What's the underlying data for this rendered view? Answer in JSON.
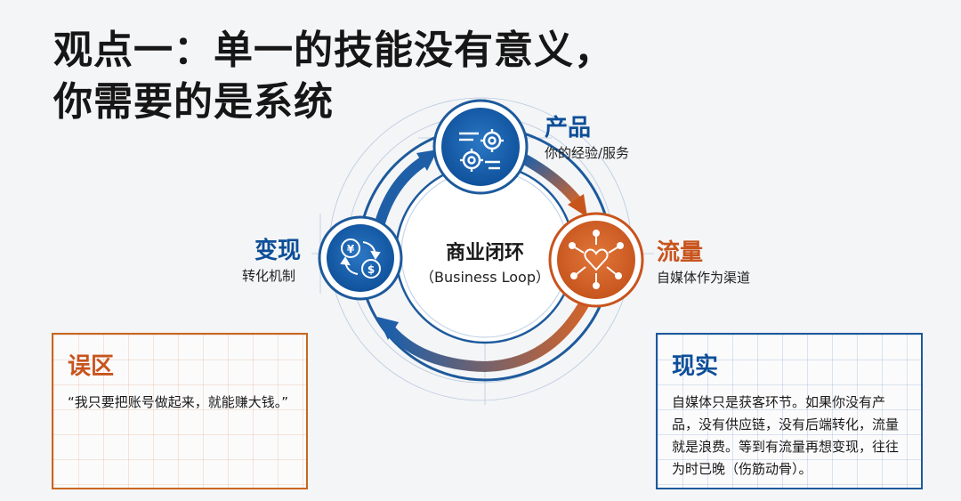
{
  "title": {
    "line1": "观点一：单一的技能没有意义，",
    "line2": "你需要的是系统"
  },
  "center": {
    "title": "商业闭环",
    "subtitle": "（Business Loop）"
  },
  "nodes": {
    "product": {
      "title": "产品",
      "subtitle": "你的经验/服务",
      "icon": "gears-icon",
      "color": "#0d4e98"
    },
    "traffic": {
      "title": "流量",
      "subtitle": "自媒体作为渠道",
      "icon": "network-heart-icon",
      "color": "#c8541d"
    },
    "monetize": {
      "title": "变现",
      "subtitle": "转化机制",
      "icon": "currency-exchange-icon",
      "color": "#0d4e98"
    }
  },
  "myth": {
    "title": "误区",
    "body": "“我只要把账号做起来，就能赚大钱。”",
    "color": "#c8541d"
  },
  "reality": {
    "title": "现实",
    "body": "自媒体只是获客环节。如果你没有产品，没有供应链，没有后端转化，流量就是浪费。等到有流量再想变现，往往为时已晚（伤筋动骨）。",
    "color": "#0d4e98"
  }
}
